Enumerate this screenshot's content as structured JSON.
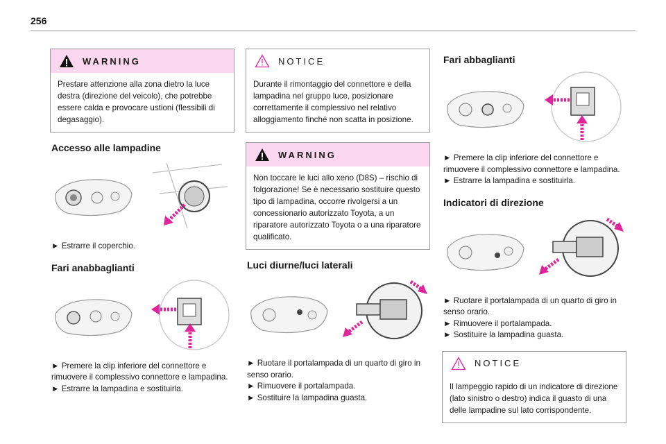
{
  "page": {
    "number": "256"
  },
  "col1": {
    "warning": {
      "title": "WARNING",
      "text": "Prestare attenzione alla zona dietro la luce destra (direzione del veicolo), che potrebbe essere calda e provocare ustioni (flessibili di degasaggio)."
    },
    "access": {
      "heading": "Accesso alle lampadine",
      "steps": [
        "► Estrarre il coperchio."
      ]
    },
    "low_beam": {
      "heading": "Fari anabbaglianti",
      "steps": [
        "► Premere la clip inferiore del connettore e rimuovere il complessivo connettore e lampadina.",
        "► Estrarre la lampadina e sostituirla."
      ]
    }
  },
  "col2": {
    "notice": {
      "title": "NOTICE",
      "text": "Durante il rimontaggio del connettore e della lampadina nel gruppo luce, posizionare correttamente il complessivo nel relativo alloggiamento finché non scatta in posizione."
    },
    "warning": {
      "title": "WARNING",
      "text": "Non toccare le luci allo xeno (D8S) – rischio di folgorazione! Se è necessario sostituire questo tipo di lampadina, occorre rivolgersi a un concessionario autorizzato Toyota, a un riparatore autorizzato Toyota o a una riparatore qualificato."
    },
    "drl": {
      "heading": "Luci diurne/luci laterali",
      "steps": [
        "► Ruotare il portalampada di un quarto di giro in senso orario.",
        "► Rimuovere il portalampada.",
        "► Sostituire la lampadina guasta."
      ]
    }
  },
  "col3": {
    "high_beam": {
      "heading": "Fari abbaglianti",
      "steps": [
        "► Premere la clip inferiore del connettore e rimuovere il complessivo connettore e lampadina.",
        "► Estrarre la lampadina e sostituirla."
      ]
    },
    "indicators": {
      "heading": "Indicatori di direzione",
      "steps": [
        "► Ruotare il portalampada di un quarto di giro in senso orario.",
        "► Rimuovere il portalampada.",
        "► Sostituire la lampadina guasta."
      ]
    },
    "notice": {
      "title": "NOTICE",
      "text": "Il lampeggio rapido di un indicatore di direzione (lato sinistro o destro) indica il guasto di una delle lampadine sul lato corrispondente."
    }
  },
  "colors": {
    "accent": "#e0259a",
    "warning_bg": "#fbd7ef",
    "border": "#9a9a9a"
  }
}
